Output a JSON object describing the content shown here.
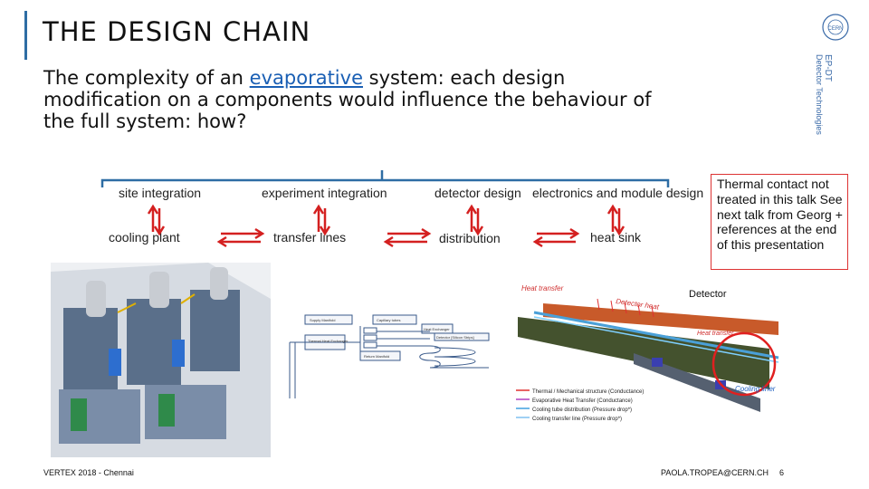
{
  "title": "THE DESIGN CHAIN",
  "subtitle": {
    "before": "The complexity of an ",
    "highlight": "evaporative",
    "after": " system: each design modification on a components would influence the behaviour of the full system: how?"
  },
  "chain": {
    "top_labels": [
      "site integration",
      "experiment integration",
      "detector design",
      "electronics and module design"
    ],
    "bottom_labels": [
      "cooling plant",
      "transfer lines",
      "distribution",
      "heat sink"
    ]
  },
  "note": "Thermal contact not treated in this talk See next talk from Georg + references at the end of this presentation",
  "figure_right": {
    "heat_transfer": "Heat transfer",
    "detector": "Detector",
    "detector_heat": "Detector heat",
    "cooling_liner": "Cooling liner",
    "legend": [
      "Thermal / Mechanical structure (Conductance)",
      "Evaporative Heat Transfer (Conductance)",
      "Cooling tube distribution (Pressure drop*)",
      "Cooling transfer line (Pressure drop*)"
    ]
  },
  "figure_middle": {
    "boxes": [
      "Supply Manifold",
      "Capillary tubes",
      "Heat Exchanger",
      "Thermal Heat Exchanger",
      "Detector [Silicon Strips]",
      "Return Manifold"
    ]
  },
  "logo": {
    "lines": [
      "EP-DT",
      "Detector Technologies"
    ],
    "seal": "CERN"
  },
  "footer": {
    "left": "VERTEX 2018 - Chennai",
    "right": "PAOLA.TROPEA@CERN.CH",
    "page": "6"
  },
  "colors": {
    "accent": "#2e6da4",
    "arrow_red": "#d42020",
    "bracket_blue": "#2e6da4",
    "note_border": "#d33333"
  }
}
